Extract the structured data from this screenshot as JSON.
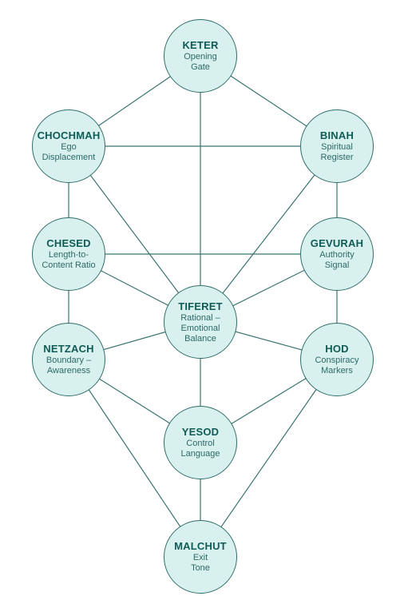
{
  "colors": {
    "node_fill": "#d8f0ee",
    "node_stroke": "#2f6e6a",
    "edge": "#3a7470",
    "title_text": "#0f5c56",
    "sub_text": "#2c6a66"
  },
  "nodes": [
    {
      "id": "keter",
      "name": "KETER",
      "lines": [
        "Opening",
        "Gate"
      ]
    },
    {
      "id": "chochmah",
      "name": "CHOCHMAH",
      "lines": [
        "Ego",
        "Displacement"
      ]
    },
    {
      "id": "binah",
      "name": "BINAH",
      "lines": [
        "Spiritual",
        "Register"
      ]
    },
    {
      "id": "chesed",
      "name": "CHESED",
      "lines": [
        "Length-to-",
        "Content Ratio"
      ]
    },
    {
      "id": "gevurah",
      "name": "GEVURAH",
      "lines": [
        "Authority",
        "Signal"
      ]
    },
    {
      "id": "tiferet",
      "name": "TIFERET",
      "lines": [
        "Rational –",
        "Emotional",
        "Balance"
      ]
    },
    {
      "id": "netzach",
      "name": "NETZACH",
      "lines": [
        "Boundary –",
        "Awareness"
      ]
    },
    {
      "id": "hod",
      "name": "HOD",
      "lines": [
        "Conspiracy",
        "Markers"
      ]
    },
    {
      "id": "yesod",
      "name": "YESOD",
      "lines": [
        "Control",
        "Language"
      ]
    },
    {
      "id": "malchut",
      "name": "MALCHUT",
      "lines": [
        "Exit",
        "Tone"
      ]
    }
  ],
  "edges": [
    [
      "keter",
      "chochmah"
    ],
    [
      "keter",
      "binah"
    ],
    [
      "keter",
      "tiferet"
    ],
    [
      "chochmah",
      "binah"
    ],
    [
      "chochmah",
      "chesed"
    ],
    [
      "chochmah",
      "tiferet"
    ],
    [
      "binah",
      "gevurah"
    ],
    [
      "binah",
      "tiferet"
    ],
    [
      "chesed",
      "gevurah"
    ],
    [
      "chesed",
      "tiferet"
    ],
    [
      "chesed",
      "netzach"
    ],
    [
      "gevurah",
      "tiferet"
    ],
    [
      "gevurah",
      "hod"
    ],
    [
      "tiferet",
      "netzach"
    ],
    [
      "tiferet",
      "hod"
    ],
    [
      "tiferet",
      "yesod"
    ],
    [
      "netzach",
      "yesod"
    ],
    [
      "netzach",
      "malchut"
    ],
    [
      "hod",
      "yesod"
    ],
    [
      "hod",
      "malchut"
    ],
    [
      "yesod",
      "malchut"
    ]
  ]
}
